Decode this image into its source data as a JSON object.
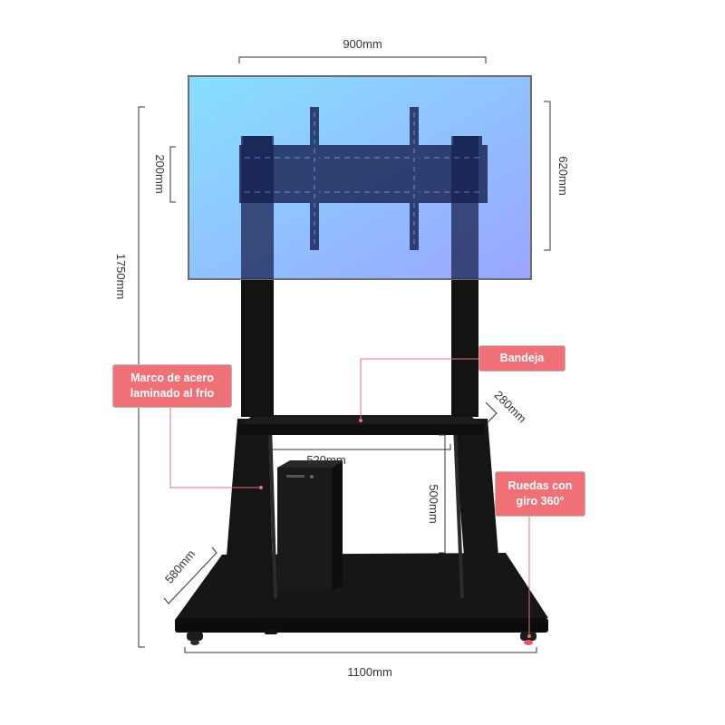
{
  "colors": {
    "accent": "#f07077",
    "steel": "#141414",
    "screen_start": "#86e0ff",
    "screen_end": "#9aa5ff",
    "dimension_line": "#333333"
  },
  "dimensions": {
    "screen_width": "900mm",
    "bracket_height": "200mm",
    "screen_height": "620mm",
    "total_height": "1750mm",
    "tray_depth": "280mm",
    "tray_width": "520mm",
    "shelf_height": "500mm",
    "base_depth": "580mm",
    "base_width": "1100mm"
  },
  "callouts": {
    "frame": "Marco de acero laminado al frío",
    "tray": "Bandeja",
    "wheels": "Ruedas con giro 360°"
  }
}
